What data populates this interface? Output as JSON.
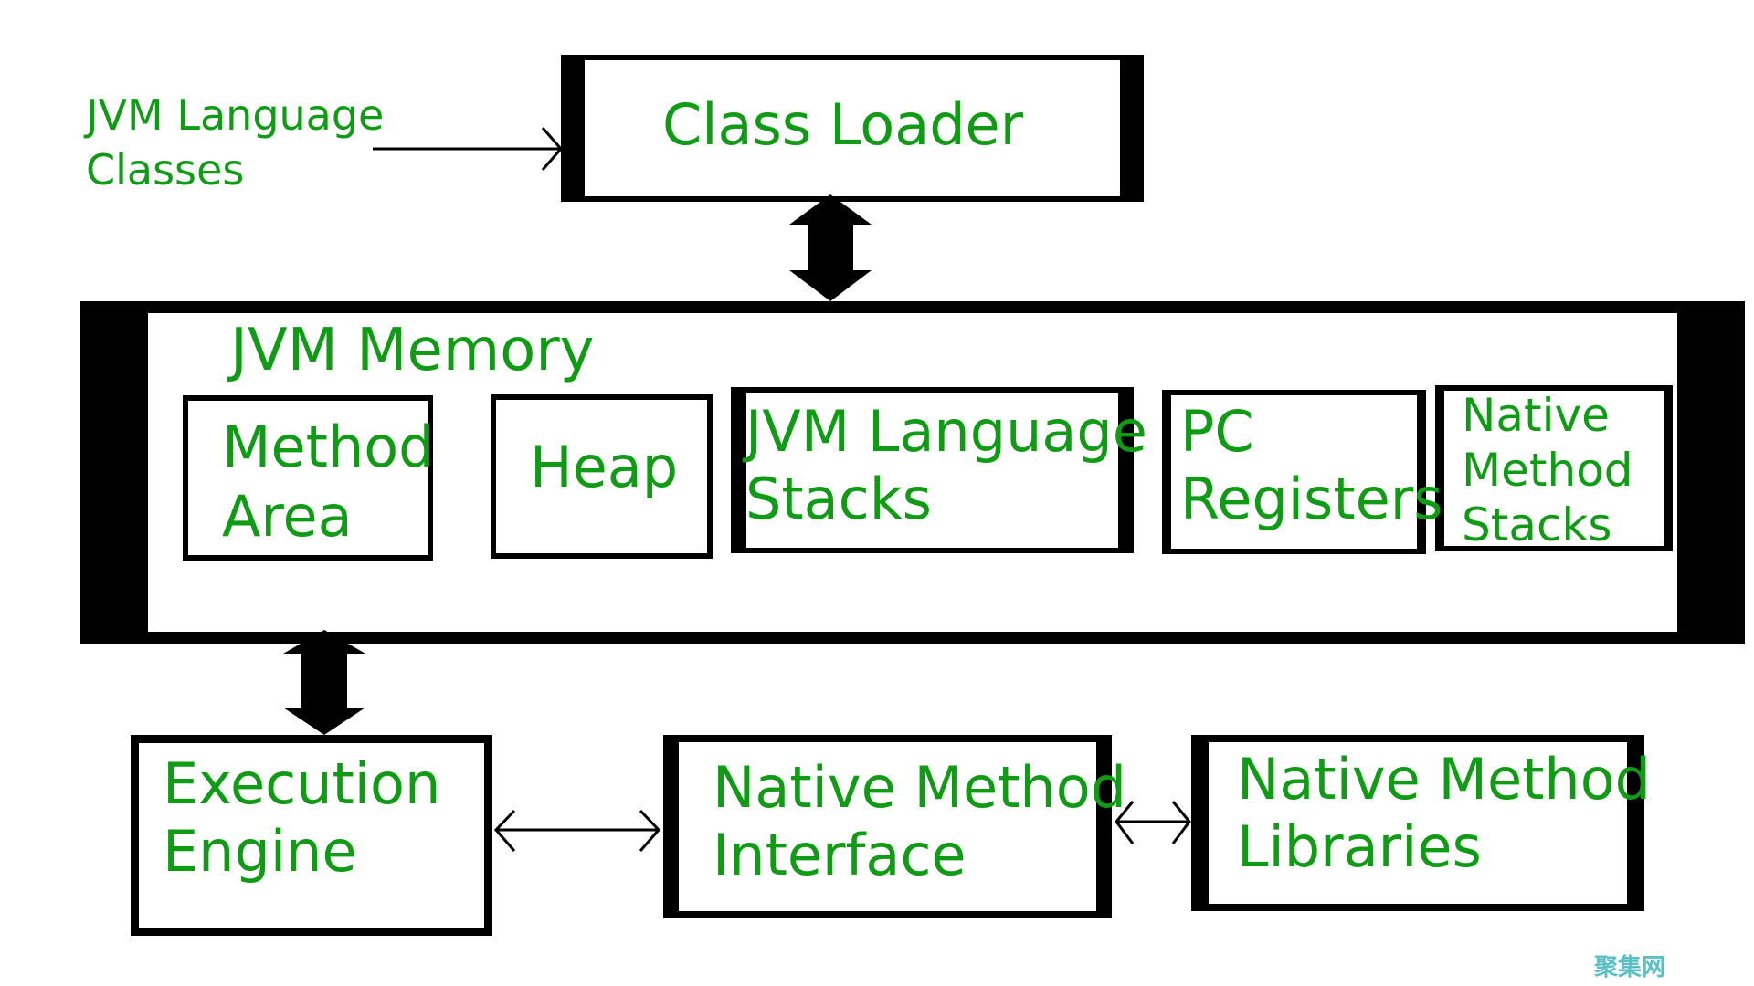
{
  "source_label": {
    "line1": "JVM Language",
    "line2": "Classes"
  },
  "class_loader": {
    "label": "Class Loader"
  },
  "jvm_memory": {
    "title": "JVM Memory",
    "areas": [
      {
        "line1": "Method",
        "line2": "Area"
      },
      {
        "line1": "Heap"
      },
      {
        "line1": "JVM Language",
        "line2": "Stacks"
      },
      {
        "line1": "PC",
        "line2": "Registers"
      },
      {
        "line1": "Native",
        "line2": "Method",
        "line3": "Stacks"
      }
    ]
  },
  "execution_engine": {
    "line1": "Execution",
    "line2": "Engine"
  },
  "native_method_interface": {
    "line1": "Native Method",
    "line2": "Interface"
  },
  "native_method_libraries": {
    "line1": "Native Method",
    "line2": "Libraries"
  },
  "watermark": "聚集网",
  "colors": {
    "label_green": "#0f9b14",
    "border_black": "#000000",
    "watermark_teal": "#5bbfc6"
  }
}
